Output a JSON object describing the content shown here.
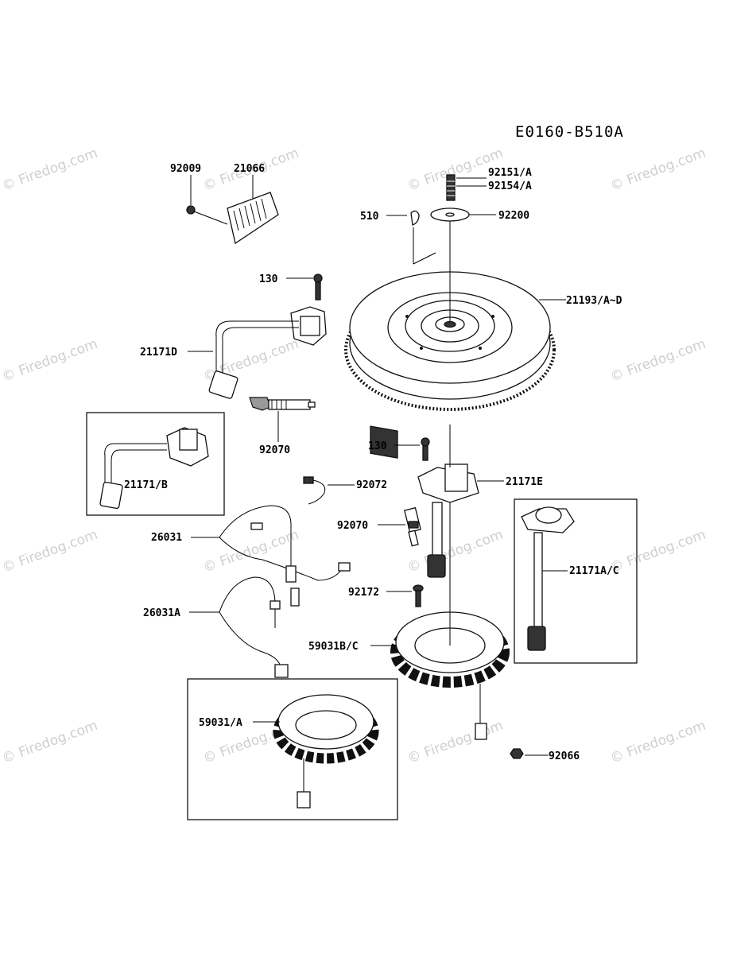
{
  "diagram_code": "E0160-B510A",
  "watermark": "© Firedog.com",
  "callouts": {
    "p92009": "92009",
    "p21066": "21066",
    "p92151": "92151/A",
    "p92154": "92154/A",
    "p510": "510",
    "p92200": "92200",
    "p130_top": "130",
    "p21193": "21193/A~D",
    "p21171D": "21171D",
    "p92070_top": "92070",
    "p21171B": "21171/B",
    "p130_mid": "130",
    "p21171E": "21171E",
    "p92072": "92072",
    "p26031": "26031",
    "p92070_mid": "92070",
    "p21171AC": "21171A/C",
    "p92172": "92172",
    "p26031A": "26031A",
    "p59031BC": "59031B/C",
    "p59031A": "59031/A",
    "p92066": "92066"
  }
}
